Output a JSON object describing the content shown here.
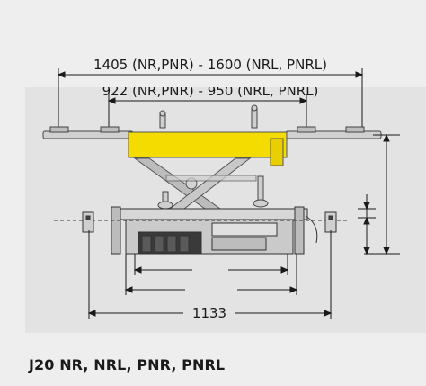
{
  "diagram": {
    "dimension_top": "1405 (NR,PNR) - 1600 (NRL, PNRL)",
    "dimension_second": "922 (NR,PNR) - 950 (NRL, PNRL)",
    "dimension_bottom": "1133",
    "caption": "J20 NR, NRL, PNR, PNRL"
  },
  "colors": {
    "background": "#eeeeee",
    "panel": "#e3e3e3",
    "frame": "#d7d7d7",
    "yellow_body": "#f5dc00",
    "line": "#2b2b2b"
  }
}
